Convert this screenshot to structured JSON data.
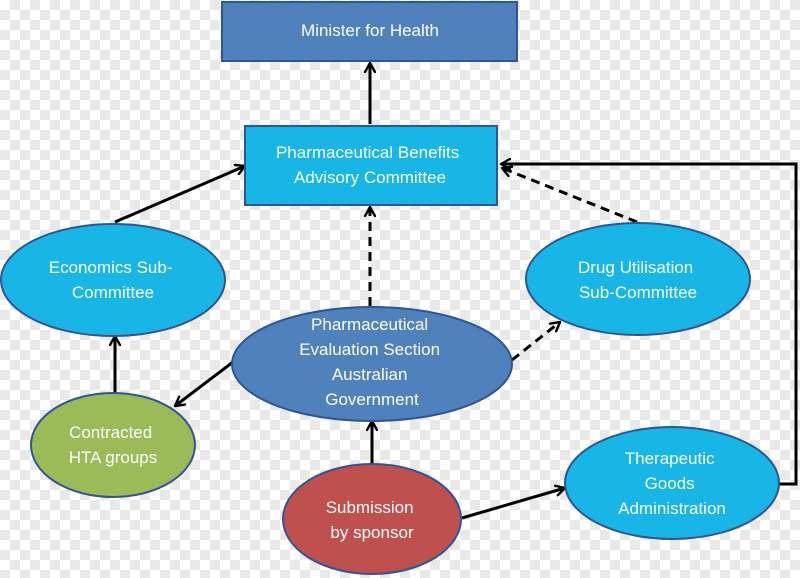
{
  "nodes": {
    "minister": {
      "lines": [
        "Minister for Health"
      ],
      "fill": "#4f81bd",
      "text_color": "#ffffff"
    },
    "pbac": {
      "lines": [
        "Pharmaceutical Benefits",
        "Advisory Committee"
      ],
      "fill": "#17b6e6",
      "text_color": "#ffffff"
    },
    "esc": {
      "lines": [
        "Economics Sub-",
        "Committee"
      ],
      "fill": "#17b6e6",
      "text_color": "#ffffff"
    },
    "dusc": {
      "lines": [
        "Drug Utilisation",
        "Sub-Committee"
      ],
      "fill": "#17b6e6",
      "text_color": "#ffffff"
    },
    "pes": {
      "lines": [
        "Pharmaceutical",
        "Evaluation Section",
        "Australian",
        "Government"
      ],
      "fill": "#4f81bd",
      "text_color": "#ffffff"
    },
    "hta": {
      "lines": [
        "Contracted",
        "HTA groups"
      ],
      "fill": "#9bbb59",
      "text_color": "#ffffff"
    },
    "sponsor": {
      "lines": [
        "Submission",
        "by sponsor"
      ],
      "fill": "#c0504d",
      "text_color": "#ffffff"
    },
    "tga": {
      "lines": [
        "Therapeutic",
        "Goods",
        "Administration"
      ],
      "fill": "#17b6e6",
      "text_color": "#ffffff"
    }
  },
  "colors": {
    "border": "#2f5597",
    "arrow": "#000000"
  }
}
